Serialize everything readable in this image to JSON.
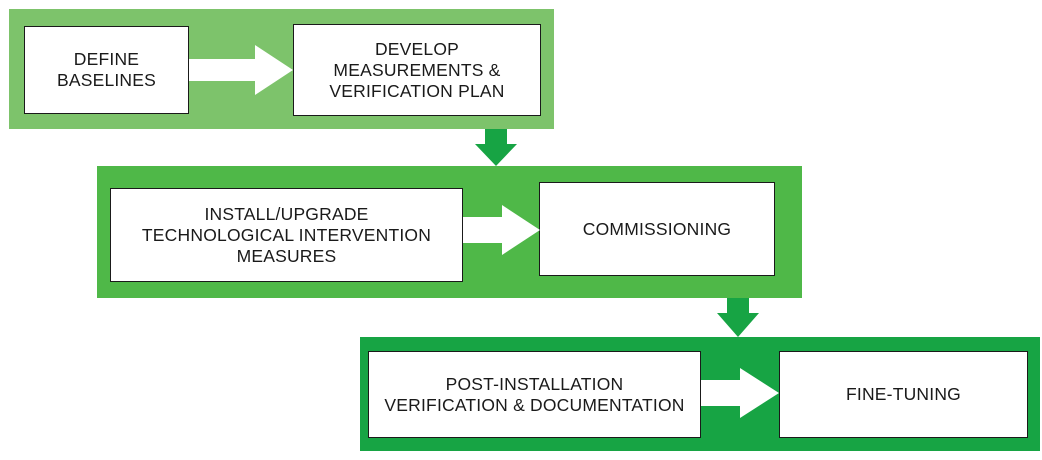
{
  "colors": {
    "stage1": "#7dc36b",
    "stage2": "#4fb848",
    "stage3": "#17a444",
    "connector_arrow": "#17a444",
    "inner_arrow": "#ffffff"
  },
  "stages": [
    {
      "steps": [
        "DEFINE\nBASELINES",
        "DEVELOP\nMEASUREMENTS &\nVERIFICATION PLAN"
      ]
    },
    {
      "steps": [
        "INSTALL/UPGRADE\nTECHNOLOGICAL INTERVENTION\nMEASURES",
        "COMMISSIONING"
      ]
    },
    {
      "steps": [
        "POST-INSTALLATION\nVERIFICATION & DOCUMENTATION",
        "FINE-TUNING"
      ]
    }
  ]
}
